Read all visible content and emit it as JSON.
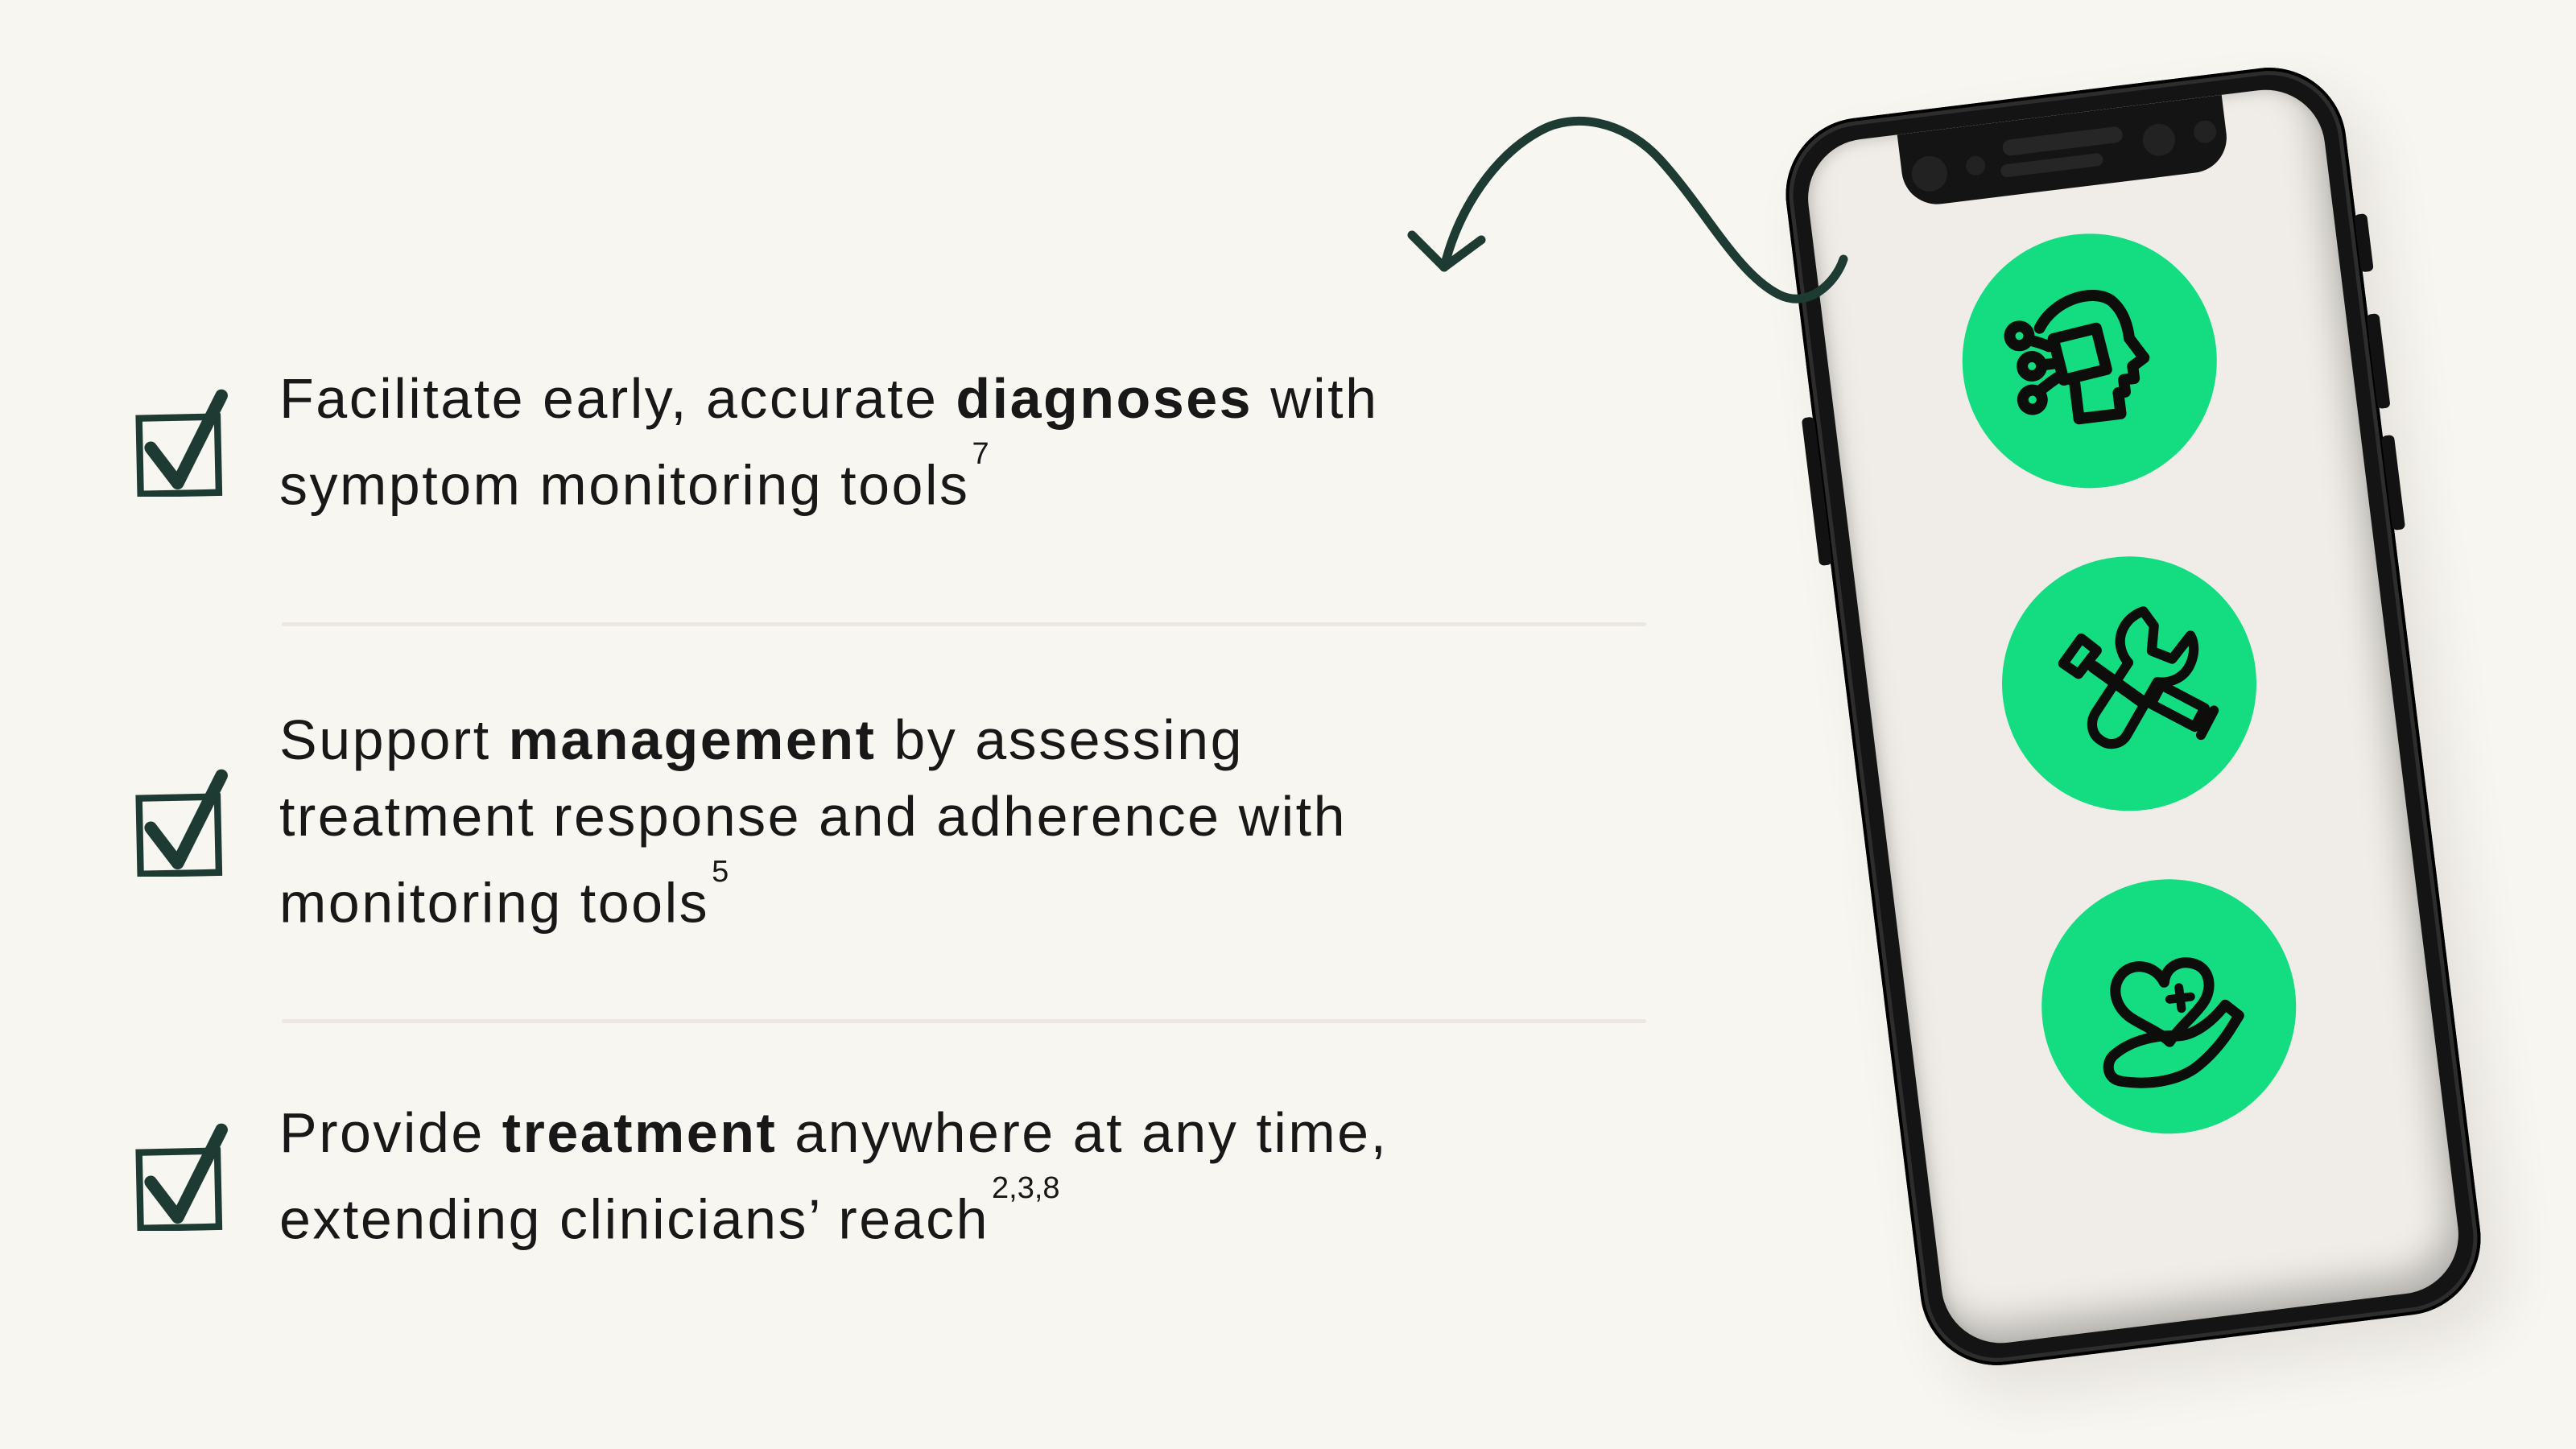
{
  "palette": {
    "background": "#F8F6F1",
    "text": "#181818",
    "accent_green": "#14DC80",
    "dark_green": "#1D3B32",
    "phone_frame": "#141414",
    "phone_screen": "#F0EDE8",
    "divider": "#ECE7E0"
  },
  "checklist": {
    "items": [
      {
        "lines": [
          {
            "pre": "Facilitate early, accurate ",
            "bold": "diagnoses",
            "post": " with"
          },
          {
            "pre": "symptom monitoring tools",
            "sup": "7"
          }
        ]
      },
      {
        "lines": [
          {
            "pre": "Support ",
            "bold": "management",
            "post": " by assessing"
          },
          {
            "pre": "treatment response and adherence with"
          },
          {
            "pre": "monitoring tools",
            "sup": "5"
          }
        ]
      },
      {
        "lines": [
          {
            "pre": "Provide ",
            "bold": "treatment",
            "post": " anywhere at any time,"
          },
          {
            "pre": "extending clinicians’ reach",
            "sup": "2,3,8"
          }
        ]
      }
    ]
  },
  "icons": {
    "checkbox": "checked-checkbox-icon",
    "arrow": "curved-arrow-icon",
    "phone_screen_icons": [
      "ai-head-icon",
      "wrench-screwdriver-icon",
      "heart-in-hand-icon"
    ]
  }
}
